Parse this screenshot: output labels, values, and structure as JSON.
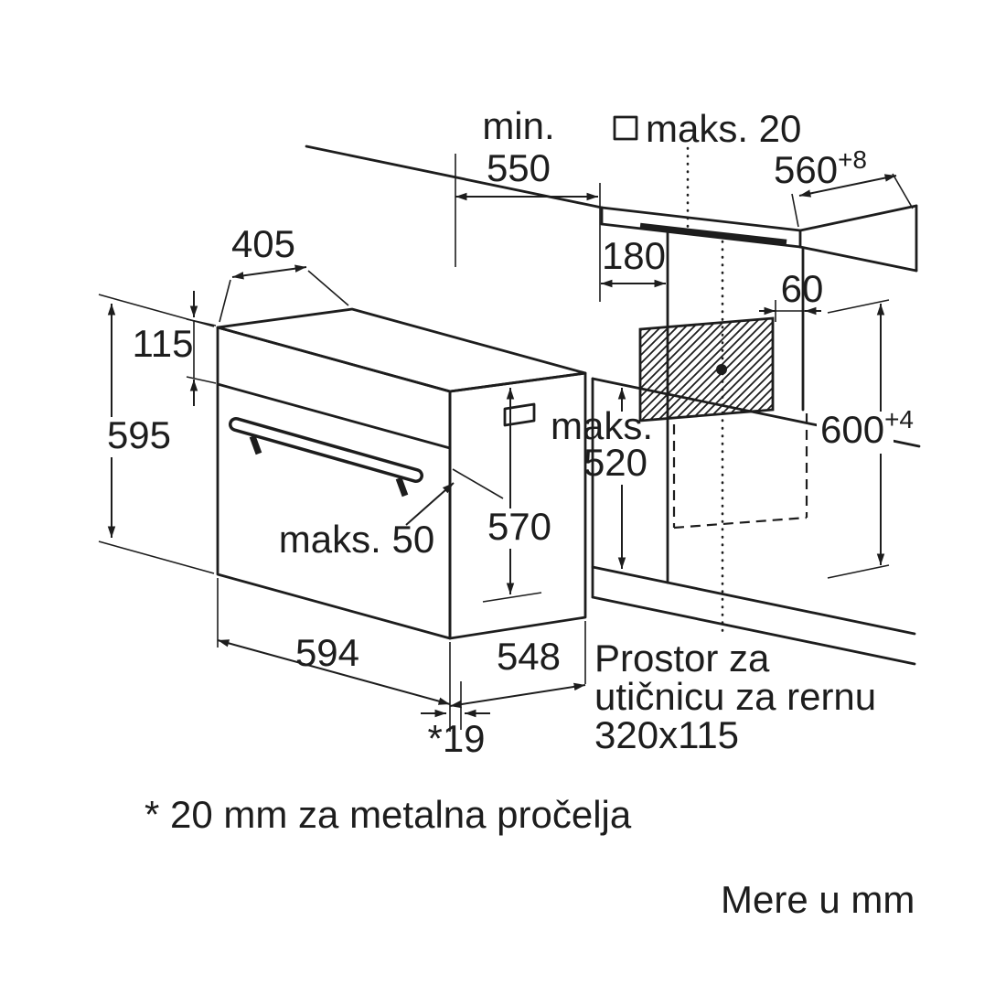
{
  "colors": {
    "background": "#ffffff",
    "ink": "#1d1d1d"
  },
  "labels": {
    "min550_prefix": "min.",
    "min550_value": "550",
    "maks20": "maks. 20",
    "v560": "560",
    "v560_sup": "+8",
    "v405": "405",
    "v180": "180",
    "v60": "60",
    "v115": "115",
    "v595": "595",
    "maks520_prefix": "maks.",
    "maks520_value": "520",
    "v600": "600",
    "v600_sup": "+4",
    "v570": "570",
    "maks50": "maks. 50",
    "v594": "594",
    "v548": "548",
    "v19": "*19",
    "socket_note_1": "Prostor za",
    "socket_note_2": "utičnicu za rernu",
    "socket_note_3": "320x115",
    "footnote": "* 20 mm za metalna pročelja",
    "units_note": "Mere u mm"
  }
}
